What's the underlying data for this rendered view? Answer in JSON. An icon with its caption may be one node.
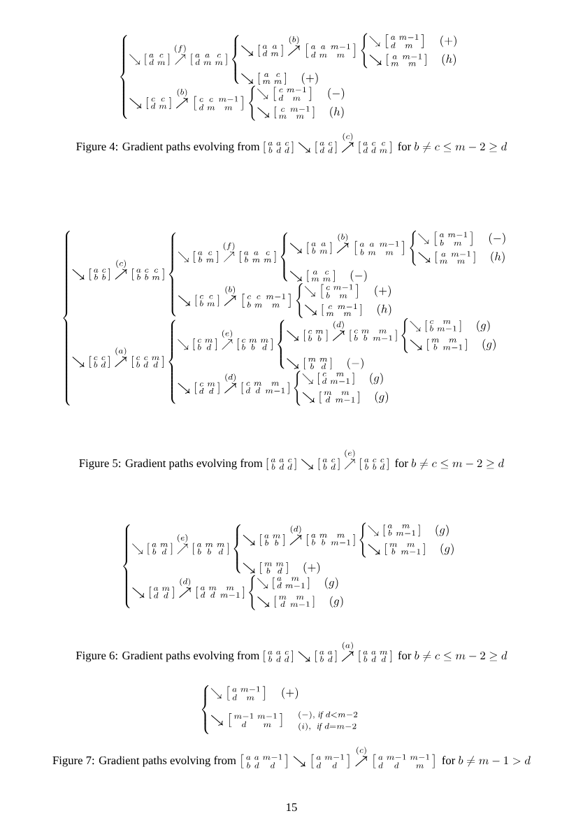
{
  "diagram": {
    "labels": [
      "\\left\\{\\begin{array}{@{}l@{}}\\searrow\\left[\\begin{smallmatrix}a&c\\\\d&m\\end{smallmatrix}\\right]\\overset{(f)}{\\nearrow}\\left[\\begin{smallmatrix}a&a&c\\\\d&m&m\\end{smallmatrix}\\right]\\left\\{\\begin{array}{@{}l@{}}\\boldsymbol{\\searrow}\\left[\\begin{smallmatrix}a&a\\\\d&m\\end{smallmatrix}\\right]\\overset{(b)}{\\boldsymbol{\\nearrow}}\\left[\\begin{smallmatrix}a&a&m-1\\\\d&m&m\\end{smallmatrix}\\right]\\left\\{\\begin{array}{@{}l@{}}\\searrow\\left[\\begin{smallmatrix}a&m-1\\\\d&m\\end{smallmatrix}\\right]\\quad(+)\\\\[4pt]\\boldsymbol{\\searrow}\\left[\\begin{smallmatrix}a&m-1\\\\m&m\\end{smallmatrix}\\right]\\quad(h)\\end{array}\\right.\\\\[12pt]\\boldsymbol{\\searrow}\\left[\\begin{smallmatrix}a&c\\\\m&m\\end{smallmatrix}\\right]\\quad(+)\\end{array}\\right.\\\\[6pt]\\boldsymbol{\\searrow}\\left[\\begin{smallmatrix}c&c\\\\d&m\\end{smallmatrix}\\right]\\overset{(b)}{\\boldsymbol{\\nearrow}}\\left[\\begin{smallmatrix}c&c&m-1\\\\d&m&m\\end{smallmatrix}\\right]\\left\\{\\begin{array}{@{}l@{}}\\searrow\\left[\\begin{smallmatrix}c&m-1\\\\d&m\\end{smallmatrix}\\right]\\quad(-)\\\\[4pt]\\boldsymbol{\\searrow}\\left[\\begin{smallmatrix}c&m-1\\\\m&m\\end{smallmatrix}\\right]\\quad(h)\\end{array}\\right.\\end{array}\\right.",
      "Figure 4: Gradient paths evolving from",
      "\\left[\\begin{smallmatrix}a&a&c\\\\b&d&d\\end{smallmatrix}\\right]\\boldsymbol{\\searrow}\\left[\\begin{smallmatrix}a&c\\\\d&d\\end{smallmatrix}\\right]\\overset{(c)}{\\boldsymbol{\\nearrow}}\\left[\\begin{smallmatrix}a&c&c\\\\d&d&m\\end{smallmatrix}\\right]\\text{ for }b\\neq c\\leq m-2\\geq d",
      "\\left\\{\\begin{array}{@{}l@{}}\\boldsymbol{\\searrow}\\left[\\begin{smallmatrix}a&c\\\\b&b\\end{smallmatrix}\\right]\\overset{(c)}{\\boldsymbol{\\nearrow}}\\left[\\begin{smallmatrix}a&c&c\\\\b&b&m\\end{smallmatrix}\\right]\\left\\{\\begin{array}{@{}l@{}}\\searrow\\left[\\begin{smallmatrix}a&c\\\\b&m\\end{smallmatrix}\\right]\\overset{(f)}{\\nearrow}\\left[\\begin{smallmatrix}a&a&c\\\\b&m&m\\end{smallmatrix}\\right]\\left\\{\\begin{array}{@{}l@{}}\\boldsymbol{\\searrow}\\left[\\begin{smallmatrix}a&a\\\\b&m\\end{smallmatrix}\\right]\\overset{(b)}{\\boldsymbol{\\nearrow}}\\left[\\begin{smallmatrix}a&a&m-1\\\\b&m&m\\end{smallmatrix}\\right]\\left\\{\\begin{array}{@{}l@{}}\\searrow\\left[\\begin{smallmatrix}a&m-1\\\\b&m\\end{smallmatrix}\\right]\\quad(-)\\\\[4pt]\\boldsymbol{\\searrow}\\left[\\begin{smallmatrix}a&m-1\\\\m&m\\end{smallmatrix}\\right]\\quad(h)\\end{array}\\right.\\\\[12pt]\\boldsymbol{\\searrow}\\left[\\begin{smallmatrix}a&c\\\\m&m\\end{smallmatrix}\\right]\\quad(-)\\end{array}\\right.\\\\[6pt]\\boldsymbol{\\searrow}\\left[\\begin{smallmatrix}c&c\\\\b&m\\end{smallmatrix}\\right]\\overset{(b)}{\\boldsymbol{\\nearrow}}\\left[\\begin{smallmatrix}c&c&m-1\\\\b&m&m\\end{smallmatrix}\\right]\\left\\{\\begin{array}{@{}l@{}}\\searrow\\left[\\begin{smallmatrix}c&m-1\\\\b&m\\end{smallmatrix}\\right]\\quad(+)\\\\[4pt]\\boldsymbol{\\searrow}\\left[\\begin{smallmatrix}c&m-1\\\\m&m\\end{smallmatrix}\\right]\\quad(h)\\end{array}\\right.\\end{array}\\right.\\\\[10pt]\\boldsymbol{\\searrow}\\left[\\begin{smallmatrix}c&c\\\\b&d\\end{smallmatrix}\\right]\\overset{(a)}{\\boldsymbol{\\nearrow}}\\left[\\begin{smallmatrix}c&c&m\\\\b&d&d\\end{smallmatrix}\\right]\\left\\{\\begin{array}{@{}l@{}}\\searrow\\left[\\begin{smallmatrix}c&m\\\\b&d\\end{smallmatrix}\\right]\\overset{(e)}{\\nearrow}\\left[\\begin{smallmatrix}c&m&m\\\\b&b&d\\end{smallmatrix}\\right]\\left\\{\\begin{array}{@{}l@{}}\\boldsymbol{\\searrow}\\left[\\begin{smallmatrix}c&m\\\\b&b\\end{smallmatrix}\\right]\\overset{(d)}{\\boldsymbol{\\nearrow}}\\left[\\begin{smallmatrix}c&m&m\\\\b&b&m-1\\end{smallmatrix}\\right]\\left\\{\\begin{array}{@{}l@{}}\\searrow\\left[\\begin{smallmatrix}c&m\\\\b&m-1\\end{smallmatrix}\\right]\\quad(g)\\\\[4pt]\\boldsymbol{\\searrow}\\left[\\begin{smallmatrix}m&m\\\\b&m-1\\end{smallmatrix}\\right]\\quad(g)\\end{array}\\right.\\\\[12pt]\\boldsymbol{\\searrow}\\left[\\begin{smallmatrix}m&m\\\\b&d\\end{smallmatrix}\\right]\\quad(-)\\end{array}\\right.\\\\[6pt]\\boldsymbol{\\searrow}\\left[\\begin{smallmatrix}c&m\\\\d&d\\end{smallmatrix}\\right]\\overset{(d)}{\\boldsymbol{\\nearrow}}\\left[\\begin{smallmatrix}c&m&m\\\\d&d&m-1\\end{smallmatrix}\\right]\\left\\{\\begin{array}{@{}l@{}}\\searrow\\left[\\begin{smallmatrix}c&m\\\\d&m-1\\end{smallmatrix}\\right]\\quad(g)\\\\[4pt]\\boldsymbol{\\searrow}\\left[\\begin{smallmatrix}m&m\\\\d&m-1\\end{smallmatrix}\\right]\\quad(g)\\end{array}\\right.\\end{array}\\right.\\end{array}\\right.",
      "Figure 5: Gradient paths evolving from",
      "\\left[\\begin{smallmatrix}a&a&c\\\\b&d&d\\end{smallmatrix}\\right]\\boldsymbol{\\searrow}\\left[\\begin{smallmatrix}a&c\\\\b&d\\end{smallmatrix}\\right]\\overset{(e)}{\\nearrow}\\left[\\begin{smallmatrix}a&c&c\\\\b&b&d\\end{smallmatrix}\\right]\\text{ for }b\\neq c\\leq m-2\\geq d",
      "\\left\\{\\begin{array}{@{}l@{}}\\searrow\\left[\\begin{smallmatrix}a&m\\\\b&d\\end{smallmatrix}\\right]\\overset{(e)}{\\nearrow}\\left[\\begin{smallmatrix}a&m&m\\\\b&b&d\\end{smallmatrix}\\right]\\left\\{\\begin{array}{@{}l@{}}\\boldsymbol{\\searrow}\\left[\\begin{smallmatrix}a&m\\\\b&b\\end{smallmatrix}\\right]\\overset{(d)}{\\boldsymbol{\\nearrow}}\\left[\\begin{smallmatrix}a&m&m\\\\b&b&m-1\\end{smallmatrix}\\right]\\left\\{\\begin{array}{@{}l@{}}\\searrow\\left[\\begin{smallmatrix}a&m\\\\b&m-1\\end{smallmatrix}\\right]\\quad(g)\\\\[4pt]\\boldsymbol{\\searrow}\\left[\\begin{smallmatrix}m&m\\\\b&m-1\\end{smallmatrix}\\right]\\quad(g)\\end{array}\\right.\\\\[12pt]\\boldsymbol{\\searrow}\\left[\\begin{smallmatrix}m&m\\\\b&d\\end{smallmatrix}\\right]\\quad(+)\\end{array}\\right.\\\\[6pt]\\boldsymbol{\\searrow}\\left[\\begin{smallmatrix}a&m\\\\d&d\\end{smallmatrix}\\right]\\overset{(d)}{\\boldsymbol{\\nearrow}}\\left[\\begin{smallmatrix}a&m&m\\\\d&d&m-1\\end{smallmatrix}\\right]\\left\\{\\begin{array}{@{}l@{}}\\searrow\\left[\\begin{smallmatrix}a&m\\\\d&m-1\\end{smallmatrix}\\right]\\quad(g)\\\\[4pt]\\boldsymbol{\\searrow}\\left[\\begin{smallmatrix}m&m\\\\d&m-1\\end{smallmatrix}\\right]\\quad(g)\\end{array}\\right.\\end{array}\\right.",
      "Figure 6: Gradient paths evolving from",
      "\\left[\\begin{smallmatrix}a&a&c\\\\b&d&d\\end{smallmatrix}\\right]\\boldsymbol{\\searrow}\\left[\\begin{smallmatrix}a&a\\\\b&d\\end{smallmatrix}\\right]\\overset{(a)}{\\boldsymbol{\\nearrow}}\\left[\\begin{smallmatrix}a&a&m\\\\b&d&d\\end{smallmatrix}\\right]\\text{ for }b\\neq c\\leq m-2\\geq d",
      "\\left\\{\\begin{array}{@{}l@{}}\\searrow\\left[\\begin{smallmatrix}a&m-1\\\\d&m\\end{smallmatrix}\\right]\\quad(+)\\\\[6pt]\\boldsymbol{\\searrow}\\left[\\begin{smallmatrix}m-1&m-1\\\\d&m\\end{smallmatrix}\\right]\\quad\\begin{array}{@{}l@{}}\\scriptstyle(-),\\ \\mathit{if}\\ d<m-2\\\\[-2pt]\\scriptstyle(i),\\ \\ \\mathit{if}\\ d=m-2\\end{array}\\end{array}\\right.",
      "Figure 7: Gradient paths evolving from",
      "\\left[\\begin{smallmatrix}a&a&m-1\\\\b&d&d\\end{smallmatrix}\\right]\\boldsymbol{\\searrow}\\left[\\begin{smallmatrix}a&m-1\\\\d&d\\end{smallmatrix}\\right]\\overset{(c)}{\\boldsymbol{\\nearrow}}\\left[\\begin{smallmatrix}a&m-1&m-1\\\\d&d&m\\end{smallmatrix}\\right]\\text{ for }b\\neq m-1>d",
      "15"
    ]
  }
}
